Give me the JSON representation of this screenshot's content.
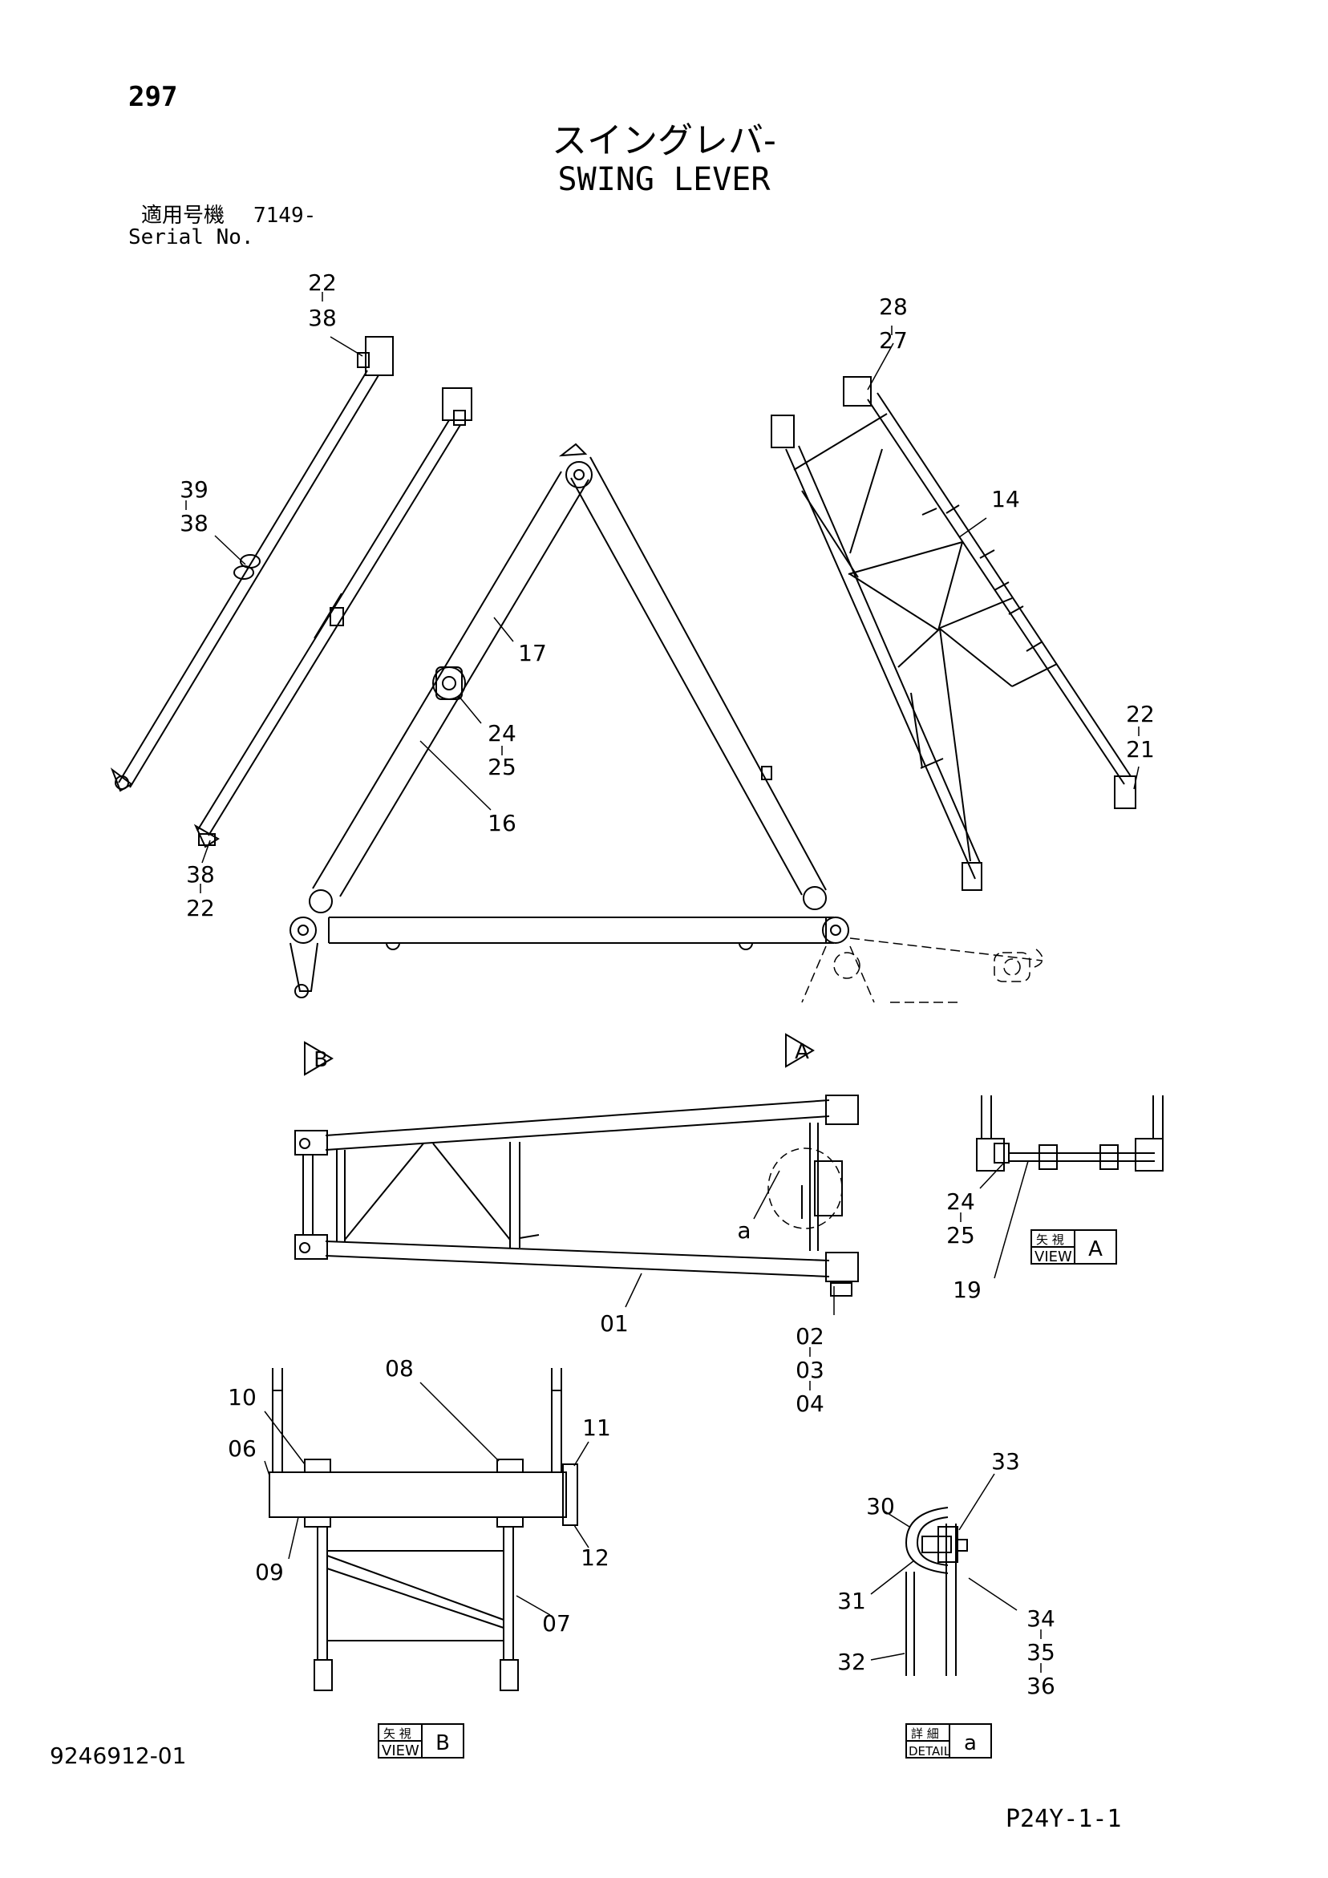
{
  "header": {
    "page_number": "297",
    "title_jp": "スイングレバ-",
    "title_en": "SWING LEVER",
    "serial_label_jp": "適用号機",
    "serial_value": "7149-",
    "serial_label_en": "Serial No."
  },
  "footer": {
    "document_number": "9246912-01",
    "page_code": "P24Y-1-1"
  },
  "views": {
    "view_a_jp": "矢 視",
    "view_a_en": "VIEW",
    "view_a_letter": "A",
    "view_b_jp": "矢 視",
    "view_b_en": "VIEW",
    "view_b_letter": "B",
    "detail_jp": "詳 細",
    "detail_en": "DETAIL",
    "detail_letter": "a",
    "arrow_a": "A",
    "arrow_b": "B",
    "detail_marker": "a"
  },
  "callouts": {
    "c22a": "22",
    "c38a": "38",
    "c39": "39",
    "c38b": "38",
    "c38c": "38",
    "c22b": "22",
    "c17": "17",
    "c24a": "24",
    "c25a": "25",
    "c16": "16",
    "c28": "28",
    "c27": "27",
    "c14": "14",
    "c22c": "22",
    "c21": "21",
    "c01": "01",
    "c02": "02",
    "c03": "03",
    "c04": "04",
    "c24b": "24",
    "c25b": "25",
    "c19": "19",
    "c08": "08",
    "c10": "10",
    "c06": "06",
    "c11": "11",
    "c09": "09",
    "c12": "12",
    "c07": "07",
    "c33": "33",
    "c30": "30",
    "c31": "31",
    "c32": "32",
    "c34": "34",
    "c35": "35",
    "c36": "36"
  }
}
